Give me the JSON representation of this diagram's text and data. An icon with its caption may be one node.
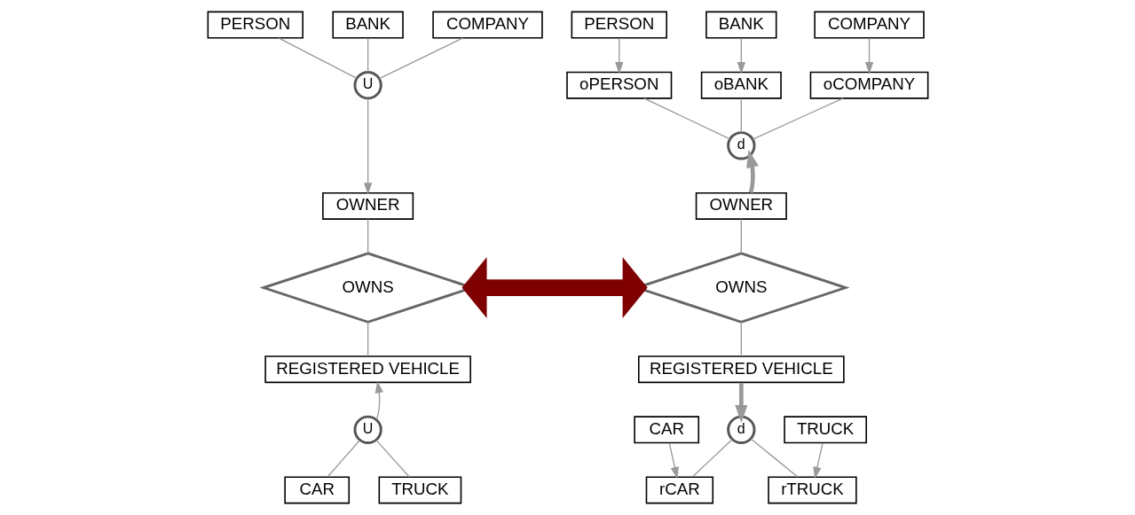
{
  "diagram": {
    "nodes": [
      {
        "text": [
          "PERSON"
        ]
      },
      {
        "text": [
          "BANK"
        ]
      },
      {
        "text": [
          "COMPANY"
        ]
      },
      {
        "text": [
          "U"
        ]
      },
      {
        "text": [
          "OWNER"
        ]
      },
      {
        "text": [
          "OWNS"
        ]
      },
      {
        "text": [
          "REGISTERED VEHICLE"
        ]
      },
      {
        "text": [
          "U"
        ]
      },
      {
        "text": [
          "CAR"
        ]
      },
      {
        "text": [
          "TRUCK"
        ]
      },
      {
        "text": [
          "PERSON"
        ]
      },
      {
        "text": [
          "BANK"
        ]
      },
      {
        "text": [
          "COMPANY"
        ]
      },
      {
        "text": [
          "oPERSON"
        ]
      },
      {
        "text": [
          "oBANK"
        ]
      },
      {
        "text": [
          "oCOMPANY"
        ]
      },
      {
        "text": [
          "d"
        ]
      },
      {
        "text": [
          "OWNER"
        ]
      },
      {
        "text": [
          "OWNS"
        ]
      },
      {
        "text": [
          "REGISTERED VEHICLE"
        ]
      },
      {
        "text": [
          "d"
        ]
      },
      {
        "text": [
          "CAR"
        ]
      },
      {
        "text": [
          "TRUCK"
        ]
      },
      {
        "text": [
          "rCAR"
        ]
      },
      {
        "text": [
          "rTRUCK"
        ]
      }
    ],
    "edges": [
      {
        "from": 0,
        "to": 3,
        "arrow": "none"
      },
      {
        "from": 1,
        "to": 3,
        "arrow": "none"
      },
      {
        "from": 2,
        "to": 3,
        "arrow": "none"
      },
      {
        "from": 3,
        "to": 4,
        "arrow": "to"
      },
      {
        "from": 4,
        "to": 5,
        "arrow": "none"
      },
      {
        "from": 5,
        "to": 6,
        "arrow": "none"
      },
      {
        "from": 7,
        "to": 6,
        "arrow": "to"
      },
      {
        "from": 7,
        "to": 8,
        "arrow": "none"
      },
      {
        "from": 7,
        "to": 9,
        "arrow": "none"
      },
      {
        "from": 5,
        "to": 18,
        "arrow": "both",
        "style": "thick",
        "color": "#7f0000"
      },
      {
        "from": 10,
        "to": 13,
        "arrow": "to"
      },
      {
        "from": 11,
        "to": 14,
        "arrow": "to"
      },
      {
        "from": 12,
        "to": 15,
        "arrow": "to"
      },
      {
        "from": 13,
        "to": 16,
        "arrow": "none"
      },
      {
        "from": 14,
        "to": 16,
        "arrow": "none"
      },
      {
        "from": 15,
        "to": 16,
        "arrow": "none"
      },
      {
        "from": 17,
        "to": 16,
        "arrow": "to",
        "style": "thick"
      },
      {
        "from": 17,
        "to": 18,
        "arrow": "none"
      },
      {
        "from": 18,
        "to": 19,
        "arrow": "none"
      },
      {
        "from": 19,
        "to": 20,
        "arrow": "to",
        "style": "thick"
      },
      {
        "from": 20,
        "to": 23,
        "arrow": "none"
      },
      {
        "from": 20,
        "to": 24,
        "arrow": "none"
      },
      {
        "from": 21,
        "to": 23,
        "arrow": "to"
      },
      {
        "from": 22,
        "to": 24,
        "arrow": "to"
      }
    ]
  }
}
